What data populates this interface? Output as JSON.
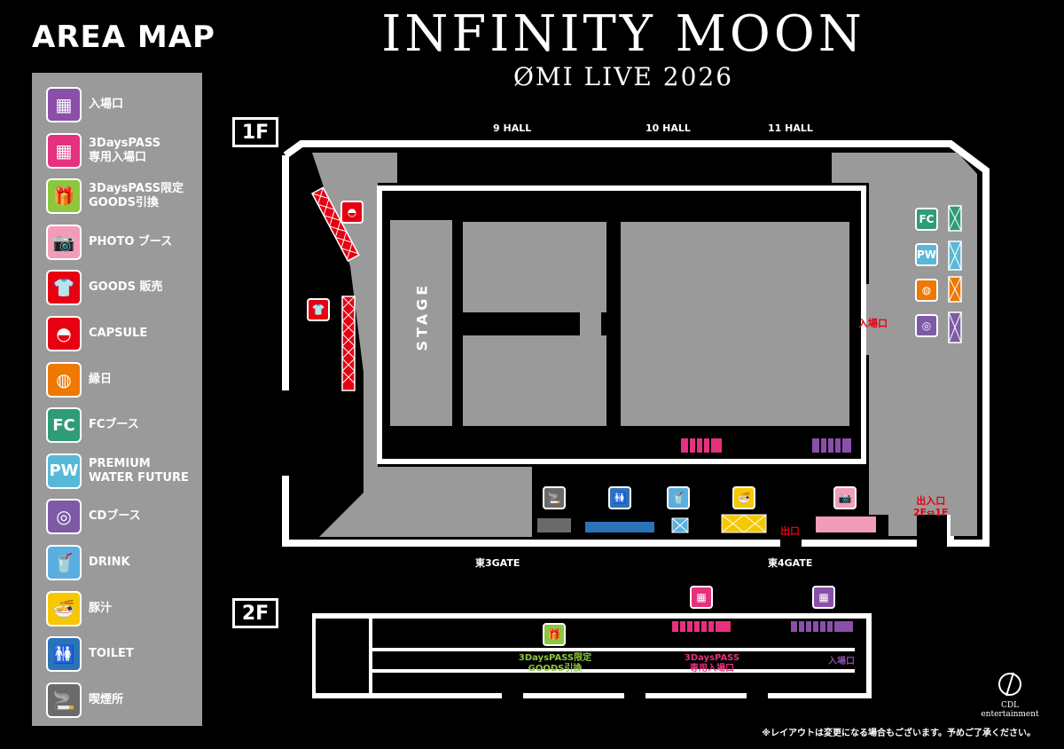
{
  "legend": {
    "title": "AREA MAP",
    "items": [
      {
        "label": "入場口",
        "icon": "qr-icon",
        "color": "#8a4fa8"
      },
      {
        "label": "3DaysPASS\n専用入場口",
        "icon": "qr-icon",
        "color": "#e5317e"
      },
      {
        "label": "3DaysPASS限定\nGOODS引換",
        "icon": "gift-icon",
        "color": "#8dc63f"
      },
      {
        "label": "PHOTO ブース",
        "icon": "camera-icon",
        "color": "#f39cb8"
      },
      {
        "label": "GOODS 販売",
        "icon": "tshirt-icon",
        "color": "#e60012"
      },
      {
        "label": "CAPSULE",
        "icon": "capsule-icon",
        "color": "#e60012"
      },
      {
        "label": "縁日",
        "icon": "lantern-icon",
        "color": "#ee7800"
      },
      {
        "label": "FCブース",
        "icon": "fc-icon",
        "color": "#2e9c74",
        "glyph": "FC"
      },
      {
        "label": "PREMIUM\nWATER FUTURE",
        "icon": "pw-icon",
        "color": "#58b8d8",
        "glyph": "PW"
      },
      {
        "label": "CDブース",
        "icon": "cd-icon",
        "color": "#7d5aa6"
      },
      {
        "label": "DRINK",
        "icon": "drink-icon",
        "color": "#5aaee0"
      },
      {
        "label": "豚汁",
        "icon": "bowl-icon",
        "color": "#f6c800"
      },
      {
        "label": "TOILET",
        "icon": "toilet-icon",
        "color": "#2b73b8"
      },
      {
        "label": "喫煙所",
        "icon": "smoking-icon",
        "color": "#6a6a6a"
      }
    ]
  },
  "header": {
    "title": "INFINITY MOON",
    "subtitle": "ØMI LIVE 2026"
  },
  "floor1": {
    "badge": "1F",
    "halls": [
      "9 HALL",
      "10 HALL",
      "11 HALL"
    ],
    "stage": "STAGE",
    "entrance": "入場口",
    "exit": "出口",
    "exit_entrance": "出入口\n2F⇔1F",
    "gates": [
      "東3GATE",
      "東4GATE"
    ],
    "fc_glyph": "FC",
    "pw_glyph": "PW"
  },
  "floor2": {
    "badge": "2F",
    "goods_exchange": "3DaysPASS限定\nGOODS引換",
    "pass_entrance": "3DaysPASS\n専用入場口",
    "entrance": "入場口"
  },
  "footer": {
    "note": "※レイアウトは変更になる場合もございます。予めご了承ください。",
    "company": "CDL entertainment"
  },
  "colors": {
    "gray": "#9a9a9a",
    "red": "#e60012",
    "pink": "#e5317e",
    "purple": "#8a4fa8",
    "blue": "#2b73b8"
  }
}
